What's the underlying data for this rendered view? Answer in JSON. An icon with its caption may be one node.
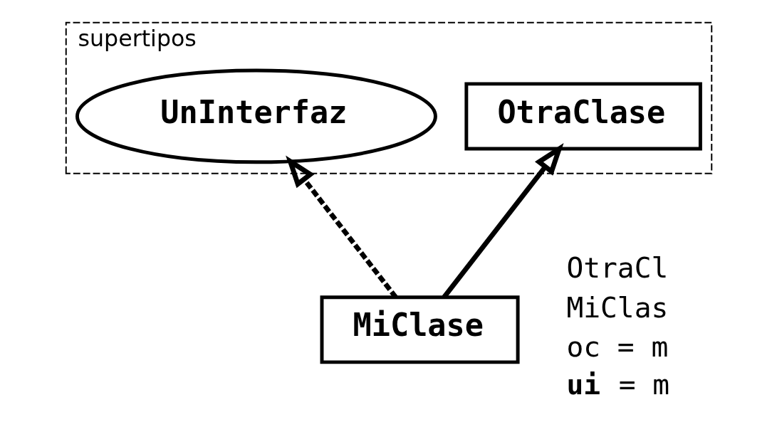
{
  "diagram": {
    "nodes": [
      {
        "text": [
          "supertipos"
        ]
      },
      {
        "text": [
          "OtraClase"
        ],
        "in": 0
      },
      {
        "text": [
          "UnInterfaz"
        ],
        "in": 0
      },
      {
        "text": [
          "MiClase"
        ]
      }
    ],
    "edges": [
      {
        "from": 3,
        "to": 1,
        "arrow": "to"
      },
      {
        "from": 3,
        "to": 2,
        "arrow": "to",
        "style": "dashed"
      }
    ],
    "labels": [
      "OtraCl",
      "MiClas",
      "oc = m",
      "**ui** = m"
    ]
  }
}
